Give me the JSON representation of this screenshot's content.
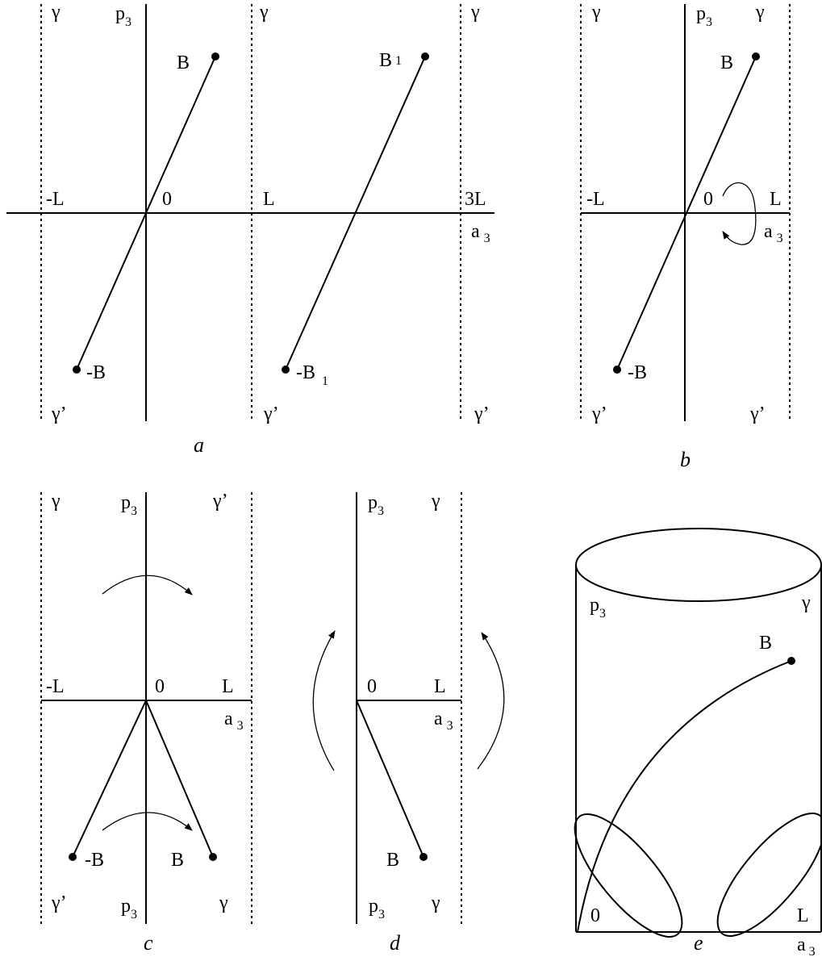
{
  "panels": {
    "a": {
      "caption": "a",
      "labels": {
        "gamma_top_1": "γ",
        "gamma_top_2": "γ",
        "gamma_top_3": "γ",
        "gamma_bot_1": "γ’",
        "gamma_bot_2": "γ’",
        "gamma_bot_3": "γ’",
        "p": "p",
        "p_sub": "3",
        "B": "B",
        "minus_B": "-B",
        "B1": "B",
        "B1_sub": "1",
        "minus_B1": "-B",
        "minus_B1_sub": "1",
        "minus_L": "-L",
        "zero": "0",
        "L": "L",
        "three_L": "3L",
        "a": "a",
        "a_sub": "3"
      }
    },
    "b": {
      "caption": "b",
      "labels": {
        "gamma_top_1": "γ",
        "gamma_top_2": "γ",
        "gamma_bot_1": "γ’",
        "gamma_bot_2": "γ’",
        "p": "p",
        "p_sub": "3",
        "B": "B",
        "minus_B": "-B",
        "minus_L": "-L",
        "zero": "0",
        "L": "L",
        "a": "a",
        "a_sub": "3"
      }
    },
    "c": {
      "caption": "c",
      "labels": {
        "gamma_top_1": "γ",
        "gamma_top_2": "γ’",
        "gamma_bot_1": "γ’",
        "gamma_bot_2": "γ",
        "p_top": "p",
        "p_top_sub": "3",
        "p_bot": "p",
        "p_bot_sub": "3",
        "minus_L": "-L",
        "zero": "0",
        "L": "L",
        "a": "a",
        "a_sub": "3",
        "minus_B": "-B",
        "B": "B"
      }
    },
    "d": {
      "caption": "d",
      "labels": {
        "p_top": "p",
        "p_top_sub": "3",
        "gamma_top": "γ",
        "zero": "0",
        "L": "L",
        "a": "a",
        "a_sub": "3",
        "B": "B",
        "p_bot": "p",
        "p_bot_sub": "3",
        "gamma_bot": "γ"
      }
    },
    "e": {
      "caption": "e",
      "labels": {
        "p": "p",
        "p_sub": "3",
        "gamma": "γ",
        "B": "B",
        "zero": "0",
        "L": "L",
        "a": "a",
        "a_sub": "3"
      }
    }
  }
}
